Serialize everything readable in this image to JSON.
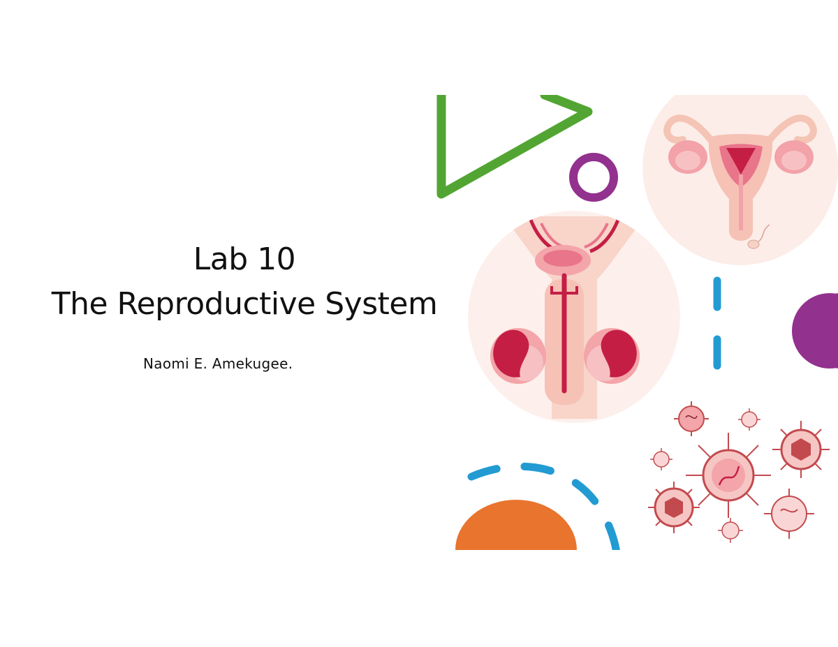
{
  "slide": {
    "title_line1": "Lab 10",
    "title_line2": "The Reproductive System",
    "author": "Naomi E. Amekugee."
  },
  "colors": {
    "green": "#52A532",
    "purple": "#93318F",
    "blue": "#229BD3",
    "orange": "#E8742E",
    "pink_light": "#F6D3C8",
    "pink_mid": "#F3A5A9",
    "crimson": "#C41E45",
    "virus_red": "#C24A4E"
  }
}
